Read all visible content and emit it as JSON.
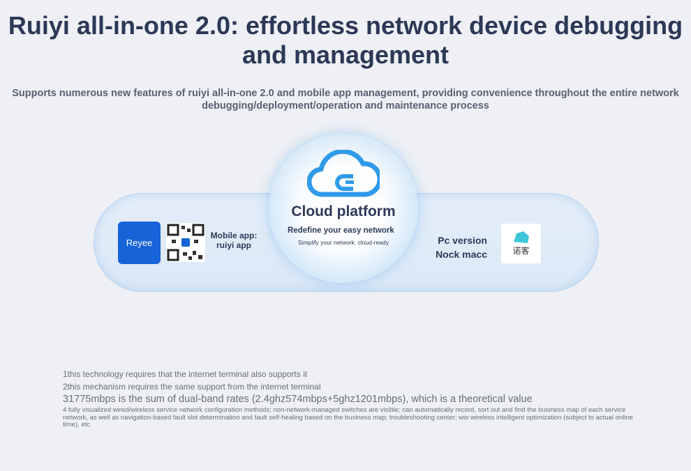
{
  "header": {
    "title": "Ruiyi all-in-one 2.0: effortless network device debugging and management",
    "subtitle": "Supports numerous new features of ruiyi all-in-one 2.0 and mobile app management, providing convenience throughout the entire network debugging/deployment/operation and maintenance process"
  },
  "cloud": {
    "title": "Cloud platform",
    "tagline": "Redefine your easy network",
    "subline": "Simplify your network. cloud-ready"
  },
  "mobile": {
    "logo_text": "Reyee",
    "label": "Mobile app: ruiyi app"
  },
  "pc": {
    "label_line1": "Pc version",
    "label_line2": "Nock macc",
    "logo_text": "诺客"
  },
  "notes": [
    "1this technology requires that the internet terminal also supports it",
    "2this mechanism requires the same support from the internet terminal",
    "31775mbps is the sum of dual-band rates (2.4ghz574mbps+5ghz1201mbps), which is a theoretical value",
    "4 fully visualized wired/wireless service network configuration methods; non-network-managed switches are visible; can automatically record, sort out and find the business map of each service network, as well as navigation-based fault slot determination and fault self-healing based on the business map; troubleshooting center; wio wireless intelligent optimization (subject to actual online time), etc"
  ]
}
